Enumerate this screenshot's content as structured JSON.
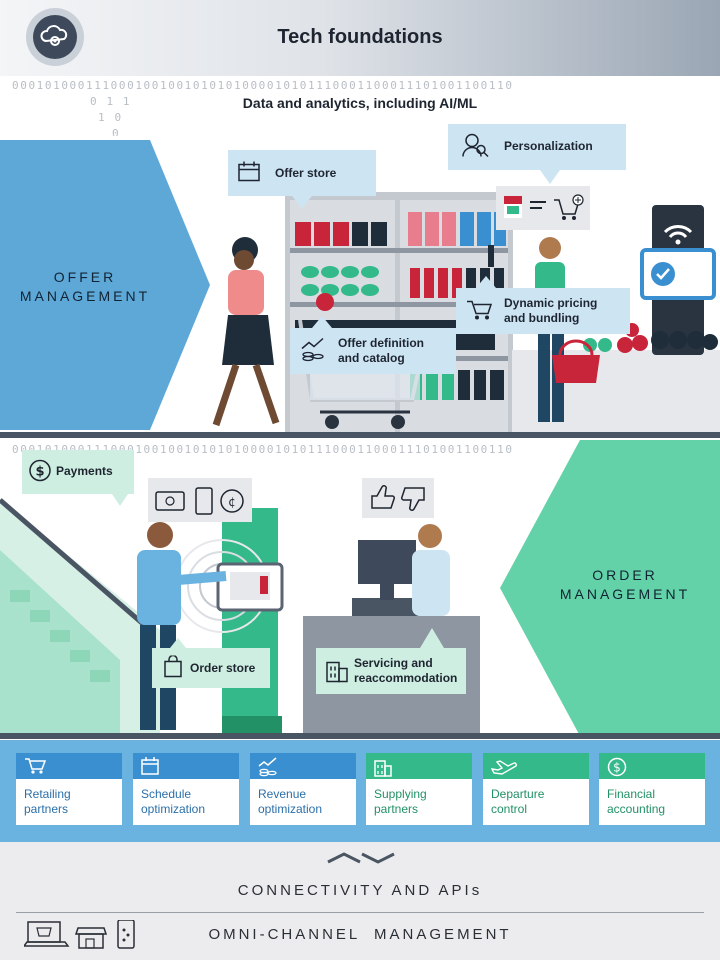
{
  "header": {
    "title": "Tech foundations",
    "logo_icon": "cloud-gear-icon"
  },
  "data_band": {
    "title": "Data and analytics, including AI/ML",
    "binary_row1": "0001010001110001001001010101000010101110001100011101001100110",
    "binary_row2": "0   1      1",
    "binary_row3": "1       0",
    "binary_row4": "0"
  },
  "offer_management": {
    "label_line1": "OFFER",
    "label_line2": "MANAGEMENT",
    "cards": {
      "offer_store": "Offer store",
      "personalization": "Personalization",
      "dynamic_pricing_line1": "Dynamic pricing",
      "dynamic_pricing_line2": "and bundling",
      "offer_definition_line1": "Offer definition",
      "offer_definition_line2": "and catalog"
    }
  },
  "order_management": {
    "label_line1": "ORDER",
    "label_line2": "MANAGEMENT",
    "cards": {
      "payments": "Payments",
      "order_store": "Order store",
      "servicing_line1": "Servicing and",
      "servicing_line2": "reaccommodation"
    }
  },
  "tiles": [
    {
      "line1": "Retailing",
      "line2": "partners",
      "icon": "cart-icon",
      "group": "blue"
    },
    {
      "line1": "Schedule",
      "line2": "optimization",
      "icon": "calendar-icon",
      "group": "blue"
    },
    {
      "line1": "Revenue",
      "line2": "optimization",
      "icon": "coins-chart-icon",
      "group": "blue"
    },
    {
      "line1": "Supplying",
      "line2": "partners",
      "icon": "building-icon",
      "group": "green"
    },
    {
      "line1": "Departure",
      "line2": "control",
      "icon": "airplane-icon",
      "group": "green"
    },
    {
      "line1": "Financial",
      "line2": "accounting",
      "icon": "dollar-icon",
      "group": "green"
    }
  ],
  "connectivity": {
    "title": "CONNECTIVITY AND APIs"
  },
  "omni_channel": {
    "title": "OMNI-CHANNEL  MANAGEMENT"
  },
  "colors": {
    "offer_blue": "#5ea8d8",
    "order_green": "#63d2a9",
    "tile_blue": "#3a8fd0",
    "tile_green": "#34b98a",
    "floor": "#4a5563"
  }
}
